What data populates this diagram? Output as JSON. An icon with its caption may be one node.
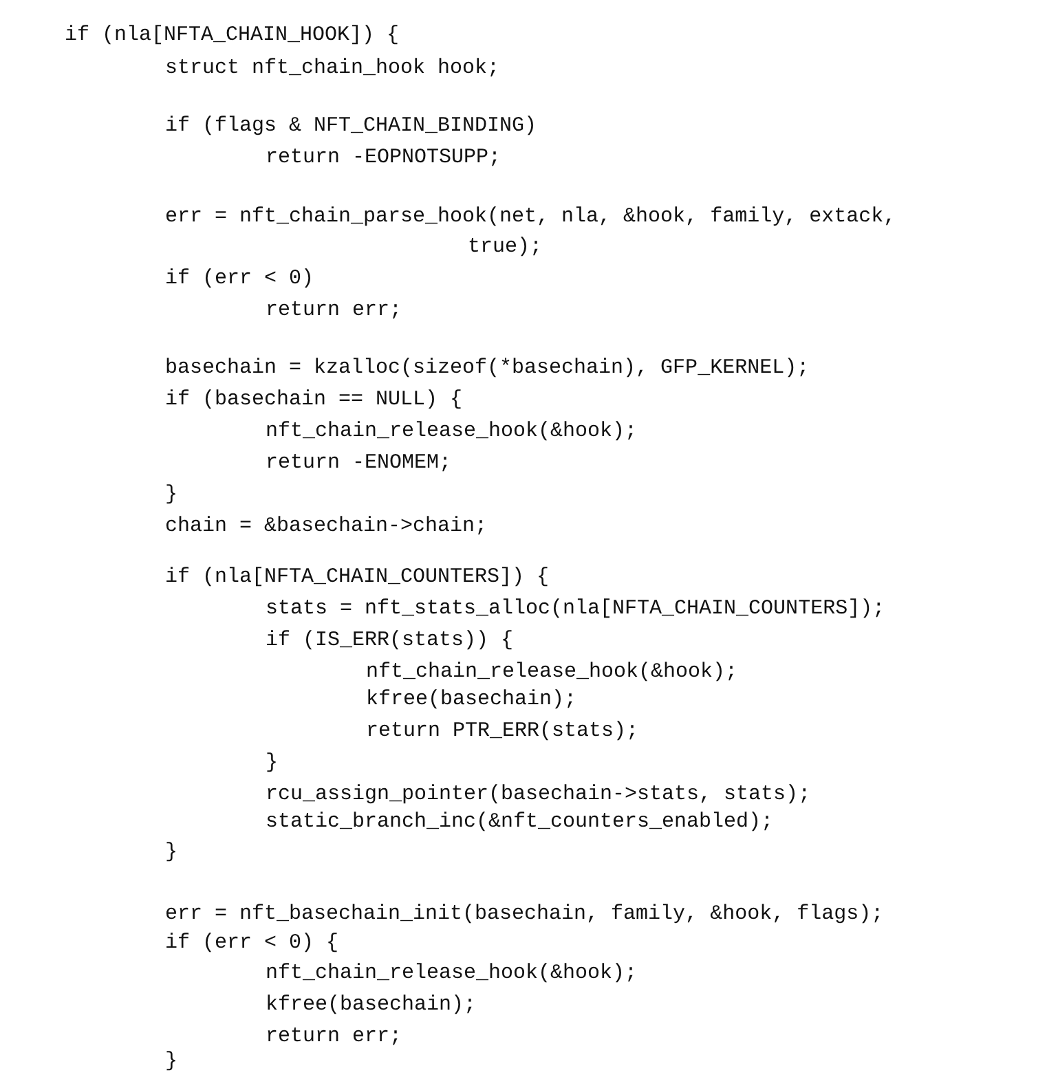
{
  "diagram": {
    "labels": [
      "if (nla[NFTA_CHAIN_HOOK]) {",
      "struct nft_chain_hook hook;",
      "if (flags & NFT_CHAIN_BINDING)",
      "return -EOPNOTSUPP;",
      "err = nft_chain_parse_hook(net, nla, &hook, family, extack,",
      "true);",
      "if (err < 0)",
      "return err;",
      "basechain = kzalloc(sizeof(*basechain), GFP_KERNEL);",
      "if (basechain == NULL) {",
      "nft_chain_release_hook(&hook);",
      "return -ENOMEM;",
      "}",
      "chain = &basechain->chain;",
      "if (nla[NFTA_CHAIN_COUNTERS]) {",
      "stats = nft_stats_alloc(nla[NFTA_CHAIN_COUNTERS]);",
      "if (IS_ERR(stats)) {",
      "nft_chain_release_hook(&hook);",
      "kfree(basechain);",
      "return PTR_ERR(stats);",
      "}",
      "rcu_assign_pointer(basechain->stats, stats);",
      "static_branch_inc(&nft_counters_enabled);",
      "}",
      "err = nft_basechain_init(basechain, family, &hook, flags);",
      "if (err < 0) {",
      "nft_chain_release_hook(&hook);",
      "kfree(basechain);",
      "return err;",
      "}"
    ]
  }
}
